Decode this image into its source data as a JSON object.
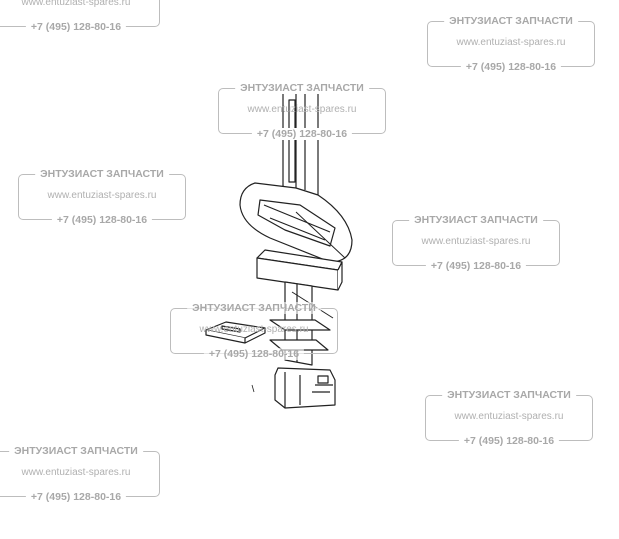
{
  "watermark": {
    "title": "ЭНТУЗИАСТ ЗАПЧАСТИ",
    "url": "www.entuziast-spares.ru",
    "phone": "+7 (495) 128-80-16"
  },
  "colors": {
    "line": "#222222",
    "watermark": "#a8a8a8"
  }
}
